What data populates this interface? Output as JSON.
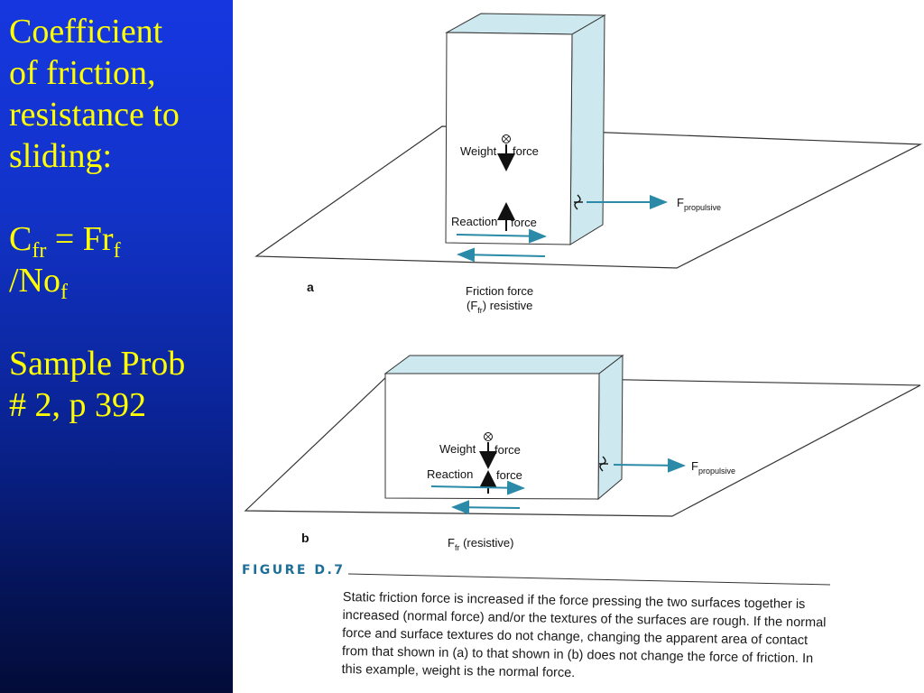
{
  "slide": {
    "heading_lines": [
      "Coefficient",
      "of friction,",
      "resistance to",
      "sliding:"
    ],
    "formula": {
      "c": "C",
      "c_sub": "fr",
      "eq": " = Fr",
      "fr_sub": "f",
      "no": "/No",
      "no_sub": "f"
    },
    "sample_lines": [
      "Sample Prob",
      "# 2, p 392"
    ]
  },
  "figure": {
    "panel_a": {
      "letter": "a",
      "weight_label": "Weight",
      "force_word": "force",
      "reaction_label": "Reaction",
      "reaction_force_word": "force",
      "propulsive_main": "F",
      "propulsive_sub": "propulsive",
      "friction_line1": "Friction force",
      "friction_line2_a": "(F",
      "friction_line2_sub": "fr",
      "friction_line2_b": ") resistive"
    },
    "panel_b": {
      "letter": "b",
      "weight_label": "Weight",
      "force_word": "force",
      "reaction_label": "Reaction",
      "reaction_force_word": "force",
      "propulsive_main": "F",
      "propulsive_sub": "propulsive",
      "friction_main": "F",
      "friction_sub": "fr",
      "friction_rest": " (resistive)"
    },
    "title": "FIGURE D.7",
    "caption": "Static friction force is increased if the force pressing the two surfaces together is increased (normal force) and/or the textures of the surfaces are rough. If the normal force and surface textures do not change, changing the apparent area of contact from that shown in (a) to that shown in (b) does not change the force of friction. In this example, weight is the normal force."
  },
  "colors": {
    "accent": "#2a8aa8",
    "box_face": "#cde9ef",
    "text_yellow": "#ffff00"
  }
}
